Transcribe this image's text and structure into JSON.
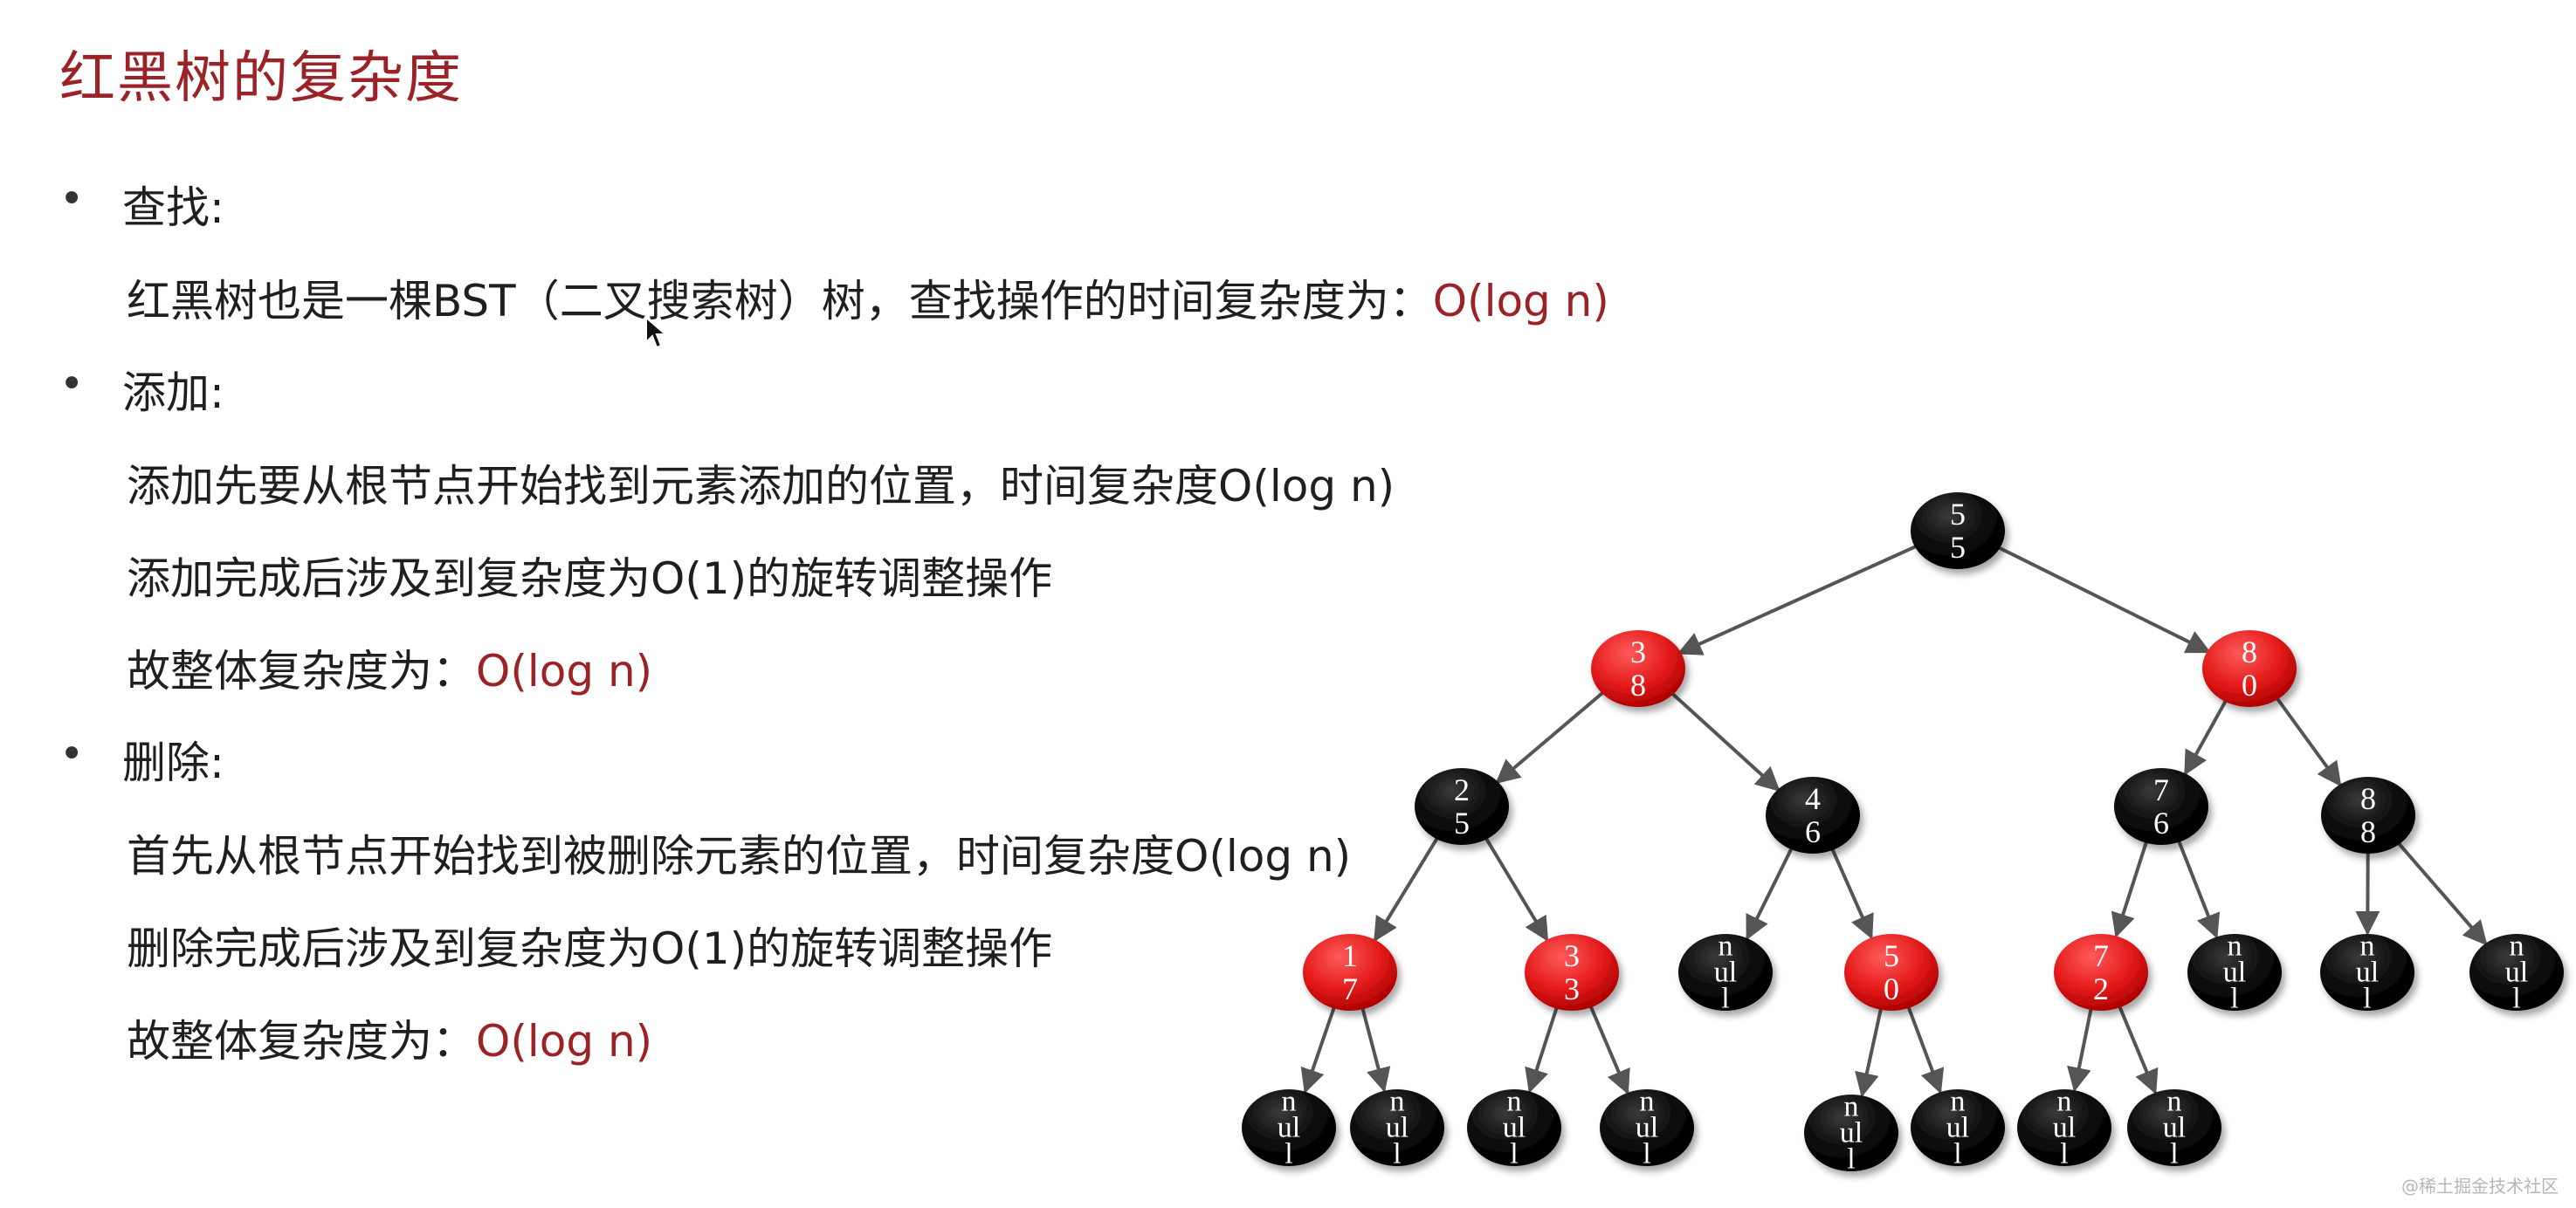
{
  "title": "红黑树的复杂度",
  "sections": [
    {
      "label": "查找:",
      "lines": [
        {
          "text": "红黑树也是一棵BST（二叉搜索树）树，查找操作的时间复杂度为：",
          "highlight": "O(log n)"
        }
      ]
    },
    {
      "label": "添加:",
      "lines": [
        {
          "text": "添加先要从根节点开始找到元素添加的位置，时间复杂度O(log n)",
          "highlight": ""
        },
        {
          "text": "添加完成后涉及到复杂度为O(1)的旋转调整操作",
          "highlight": ""
        },
        {
          "text": "故整体复杂度为：",
          "highlight": "O(log n)"
        }
      ]
    },
    {
      "label": "删除:",
      "lines": [
        {
          "text": "首先从根节点开始找到被删除元素的位置，时间复杂度O(log n)",
          "highlight": ""
        },
        {
          "text": "删除完成后涉及到复杂度为O(1)的旋转调整操作",
          "highlight": ""
        },
        {
          "text": "故整体复杂度为：",
          "highlight": "O(log n)"
        }
      ]
    }
  ],
  "tree": {
    "colors": {
      "red": "#e41b1b",
      "black": "#050505",
      "edge": "#555555"
    },
    "nodes": [
      {
        "id": "n55",
        "label": [
          "5",
          "5"
        ],
        "color": "black"
      },
      {
        "id": "n38",
        "label": [
          "3",
          "8"
        ],
        "color": "red"
      },
      {
        "id": "n80",
        "label": [
          "8",
          "0"
        ],
        "color": "red"
      },
      {
        "id": "n25",
        "label": [
          "2",
          "5"
        ],
        "color": "black"
      },
      {
        "id": "n46",
        "label": [
          "4",
          "6"
        ],
        "color": "black"
      },
      {
        "id": "n76",
        "label": [
          "7",
          "6"
        ],
        "color": "black"
      },
      {
        "id": "n88",
        "label": [
          "8",
          "8"
        ],
        "color": "black"
      },
      {
        "id": "n17",
        "label": [
          "1",
          "7"
        ],
        "color": "red"
      },
      {
        "id": "n33",
        "label": [
          "3",
          "3"
        ],
        "color": "red"
      },
      {
        "id": "nil46L",
        "label": [
          "n",
          "ul",
          "l"
        ],
        "color": "black"
      },
      {
        "id": "n50",
        "label": [
          "5",
          "0"
        ],
        "color": "red"
      },
      {
        "id": "n72",
        "label": [
          "7",
          "2"
        ],
        "color": "red"
      },
      {
        "id": "nil76R",
        "label": [
          "n",
          "ul",
          "l"
        ],
        "color": "black"
      },
      {
        "id": "nil88L",
        "label": [
          "n",
          "ul",
          "l"
        ],
        "color": "black"
      },
      {
        "id": "nil88R",
        "label": [
          "n",
          "ul",
          "l"
        ],
        "color": "black"
      },
      {
        "id": "nil17L",
        "label": [
          "n",
          "ul",
          "l"
        ],
        "color": "black"
      },
      {
        "id": "nil17R",
        "label": [
          "n",
          "ul",
          "l"
        ],
        "color": "black"
      },
      {
        "id": "nil33L",
        "label": [
          "n",
          "ul",
          "l"
        ],
        "color": "black"
      },
      {
        "id": "nil33R",
        "label": [
          "n",
          "ul",
          "l"
        ],
        "color": "black"
      },
      {
        "id": "nil50L",
        "label": [
          "n",
          "ul",
          "l"
        ],
        "color": "black"
      },
      {
        "id": "nil50R",
        "label": [
          "n",
          "ul",
          "l"
        ],
        "color": "black"
      },
      {
        "id": "nil72L",
        "label": [
          "n",
          "ul",
          "l"
        ],
        "color": "black"
      },
      {
        "id": "nil72R",
        "label": [
          "n",
          "ul",
          "l"
        ],
        "color": "black"
      }
    ],
    "edges": [
      [
        "n55",
        "n38"
      ],
      [
        "n55",
        "n80"
      ],
      [
        "n38",
        "n25"
      ],
      [
        "n38",
        "n46"
      ],
      [
        "n80",
        "n76"
      ],
      [
        "n80",
        "n88"
      ],
      [
        "n25",
        "n17"
      ],
      [
        "n25",
        "n33"
      ],
      [
        "n46",
        "nil46L"
      ],
      [
        "n46",
        "n50"
      ],
      [
        "n76",
        "n72"
      ],
      [
        "n76",
        "nil76R"
      ],
      [
        "n88",
        "nil88L"
      ],
      [
        "n88",
        "nil88R"
      ],
      [
        "n17",
        "nil17L"
      ],
      [
        "n17",
        "nil17R"
      ],
      [
        "n33",
        "nil33L"
      ],
      [
        "n33",
        "nil33R"
      ],
      [
        "n50",
        "nil50L"
      ],
      [
        "n50",
        "nil50R"
      ],
      [
        "n72",
        "nil72L"
      ],
      [
        "n72",
        "nil72R"
      ]
    ]
  },
  "watermark": "@稀土掘金技术社区"
}
